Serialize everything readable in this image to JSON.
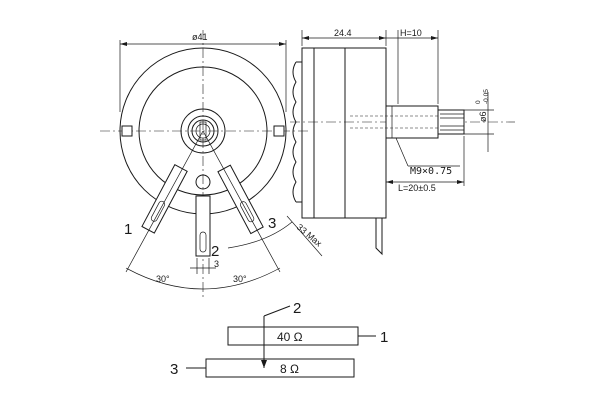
{
  "front_view": {
    "diameter_label": "ø41",
    "pin_labels": [
      "1",
      "2",
      "3"
    ],
    "angle_left_label": "30°",
    "angle_right_label": "30°",
    "pin_width_label": "3",
    "max_label": "33 Max"
  },
  "side_view": {
    "body_length_label": "24.4",
    "height_label": "H=10",
    "thread_label": "M9×0.75",
    "shaft_length_label": "L=20±0.5",
    "shaft_diameter_label": "ø6",
    "shaft_tolerance_upper": "0",
    "shaft_tolerance_lower": "-0.05"
  },
  "schematic": {
    "top_resistor_label": "40 Ω",
    "bottom_resistor_label": "8 Ω",
    "terminal_top": "2",
    "terminal_right": "1",
    "terminal_left": "3"
  }
}
